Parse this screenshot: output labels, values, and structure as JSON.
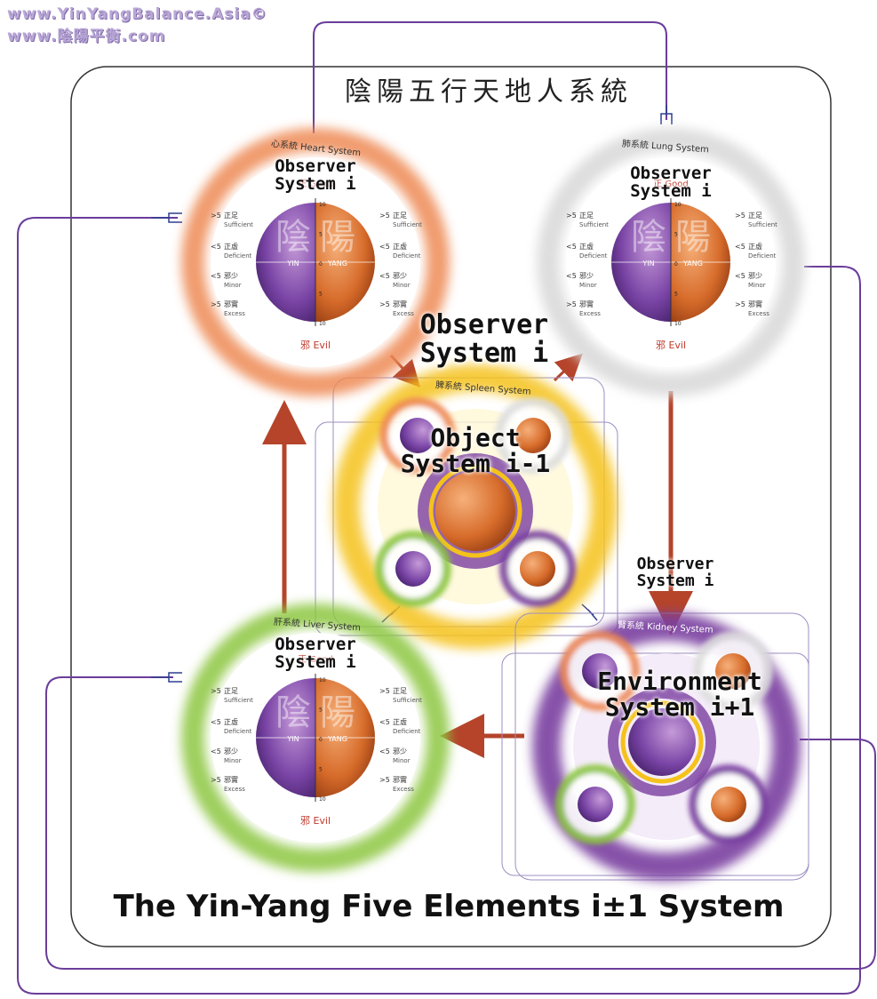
{
  "watermark": {
    "line1": "www.YinYangBalance.Asia©",
    "line2": "www.陰陽平衡.com"
  },
  "main_title": "陰陽五行天地人系統",
  "bottom_title": "The Yin-Yang Five Elements i±1 System",
  "systems": {
    "heart": {
      "title": "心系統 Heart System",
      "ring_color": "#ee8a55",
      "label_line1": "Observer",
      "label_line2": "System i"
    },
    "lung": {
      "title": "肺系統 Lung System",
      "ring_color": "#d8d8d8",
      "label_line1": "Observer",
      "label_line2": "System i"
    },
    "liver": {
      "title": "肝系統 Liver System",
      "ring_color": "#8cc63f",
      "label_line1": "Observer",
      "label_line2": "System i"
    },
    "spleen": {
      "title": "脾系統 Spleen System",
      "ring_color": "#f5c21b"
    },
    "kidney": {
      "title": "腎系統 Kidney System",
      "ring_color": "#7a3fa0"
    }
  },
  "dial": {
    "good": "正 Good",
    "evil": "邪 Evil",
    "yin": "YIN",
    "yang": "YANG",
    "yin_char": "陰",
    "yang_char": "陽",
    "ticks": [
      "10",
      "5",
      "0",
      "5",
      "10"
    ],
    "left_labels": [
      {
        "num": ">5",
        "cn": "正足",
        "en": "Sufficient"
      },
      {
        "num": "<5",
        "cn": "正虛",
        "en": "Deficient"
      },
      {
        "num": "<5",
        "cn": "邪少",
        "en": "Minor"
      },
      {
        "num": ">5",
        "cn": "邪實",
        "en": "Excess"
      }
    ],
    "right_labels": [
      {
        "num": ">5",
        "cn": "正足",
        "en": "Sufficient"
      },
      {
        "num": "<5",
        "cn": "正虛",
        "en": "Deficient"
      },
      {
        "num": "<5",
        "cn": "邪少",
        "en": "Minor"
      },
      {
        "num": ">5",
        "cn": "邪實",
        "en": "Excess"
      }
    ]
  },
  "center_labels": {
    "observer_line1": "Observer",
    "observer_line2": "System i",
    "object_line1": "Object",
    "object_line2": "System i-1",
    "observer_small_line1": "Observer",
    "observer_small_line2": "System i",
    "environment_line1": "Environment",
    "environment_line2": "System i+1"
  },
  "colors": {
    "frame": "#333333",
    "connector": "#6a3d9a",
    "arrow": "#b5442a",
    "purple_dark": "#5a2d82",
    "orange_dark": "#b8501c"
  }
}
